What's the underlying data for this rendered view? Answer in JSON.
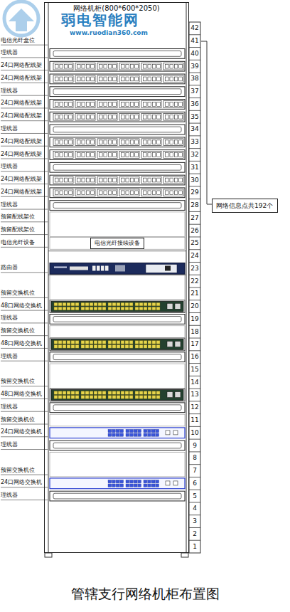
{
  "diagram": {
    "caption": "管辖支行网络机柜布置图",
    "nodes": [
      {
        "text": [
          "网络机柜(800*600*2050)"
        ]
      },
      {
        "text": [
          "电信光纤接续设备"
        ],
        "in": 0
      },
      {
        "text": [
          "网络信息点共192个"
        ]
      }
    ],
    "labels": [
      "弱电智能网",
      "www.ruodian360.com",
      "电信光纤盒位",
      "理线器",
      "24口网络配线架",
      "24口网络配线架",
      "理线器",
      "24口网络配线架",
      "24口网络配线架",
      "理线器",
      "24口网络配线架",
      "24口网络配线架",
      "理线器",
      "24口网络配线架",
      "24口网络配线架",
      "理线器",
      "预留配线架位",
      "预留配线架位",
      "电信光纤设备",
      "路由器",
      "预留交换机位",
      "48口网络交换机",
      "理线器",
      "预留交换机位",
      "48口网络交换机",
      "理线器",
      "预留交换机位",
      "48口网络交换机",
      "理线器",
      "预留交换机位",
      "24口网络交换机",
      "理线器",
      "预留交换机位",
      "24口网络交换机",
      "理线器",
      "42",
      "41",
      "40",
      "39",
      "38",
      "37",
      "36",
      "35",
      "34",
      "33",
      "32",
      "31",
      "30",
      "29",
      "28",
      "27",
      "26",
      "25",
      "24",
      "23",
      "22",
      "21",
      "20",
      "19",
      "18",
      "17",
      "16",
      "15",
      "14",
      "13",
      "12",
      "11",
      "10",
      "9",
      "8",
      "7",
      "6",
      "5",
      "4",
      "3",
      "2",
      "1"
    ]
  }
}
